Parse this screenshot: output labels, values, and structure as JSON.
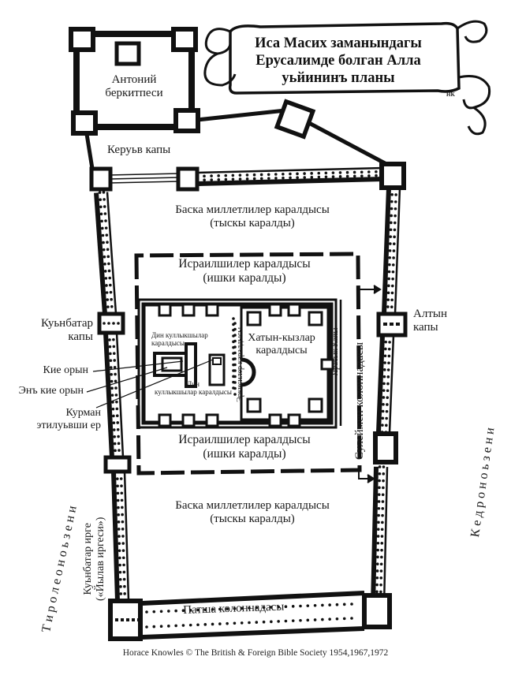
{
  "title": {
    "lines": [
      "Иса Масих заманындагы",
      "Ерусалимде болган Алла",
      "уьйининъ планы"
    ],
    "signature": "HK"
  },
  "labels": {
    "antonia_fortress": [
      "Антоний",
      "беркитпеси"
    ],
    "cherub_gate": "Керуьв капы",
    "outer_court_top": [
      "Баска миллетлилер каралдысы",
      "(тыскы каралды)"
    ],
    "israel_court_top": [
      "Исраилшилер каралдысы",
      "(ишки каралды)"
    ],
    "west_gate": [
      "Куьнбатар",
      "капы"
    ],
    "priests_court_top": [
      "Дин куллыкшылар",
      "каралдысы"
    ],
    "priests_court_bottom": [
      "Дин",
      "куллыкшылар каралдысы"
    ],
    "mens_court": "Эркисилер каралдысы",
    "womens_court": [
      "Хатын-кызлар",
      "каралдысы"
    ],
    "beautiful_gate": "Ярасык Капы",
    "golden_gate": [
      "Алтын",
      "капы"
    ],
    "solomon_colonnade": "Сулеймен колоннадасы",
    "holy_place": "Кие орын",
    "holy_of_holies": "Энъ кие орын",
    "altar": [
      "Курман",
      "этилуьвши ер"
    ],
    "israel_court_bottom": [
      "Исраилшилер каралдысы",
      "(ишки каралды)"
    ],
    "outer_court_bottom": [
      "Баска миллетлилер каралдысы",
      "(тыскы каралды)"
    ],
    "western_wall": [
      "Куьнбатар ирге",
      "(«Йылав иргеси»)"
    ],
    "tyropoeon_valley": "Т и р о л е о н   о ь з е н и",
    "kidron_valley": "К е д р о н   о ь з е н и",
    "royal_colonnade": "Патша колоннадасы"
  },
  "credit": "Horace Knowles © The British & Foreign Bible Society 1954,1967,1972",
  "colors": {
    "ink": "#111111",
    "paper": "#ffffff"
  }
}
